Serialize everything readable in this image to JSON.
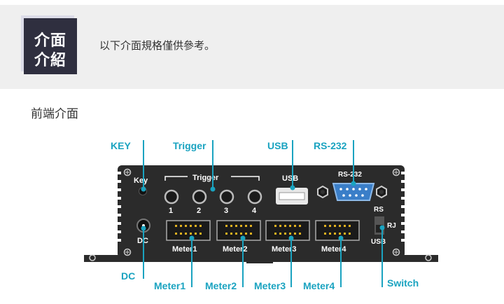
{
  "header": {
    "badge_line1": "介面",
    "badge_line2": "介紹",
    "intro_text": "以下介面規格僅供參考。"
  },
  "section_title": "前端介面",
  "callouts": {
    "key": "KEY",
    "trigger": "Trigger",
    "usb": "USB",
    "rs232": "RS-232",
    "dc": "DC",
    "meter1": "Meter1",
    "meter2": "Meter2",
    "meter3": "Meter3",
    "meter4": "Meter4",
    "switch": "Switch"
  },
  "panel": {
    "key": "Key",
    "trigger": "Trigger",
    "trigger_ports": [
      "1",
      "2",
      "3",
      "4"
    ],
    "usb": "USB",
    "rs232": "RS-232",
    "rs": "RS",
    "rj": "RJ",
    "usb_small": "USB",
    "dc": "DC",
    "meters": [
      "Meter1",
      "Meter2",
      "Meter3",
      "Meter4"
    ]
  },
  "colors": {
    "accent": "#1aa3c0",
    "panel": "#2b2b2b",
    "badge": "#2f2f3f"
  }
}
